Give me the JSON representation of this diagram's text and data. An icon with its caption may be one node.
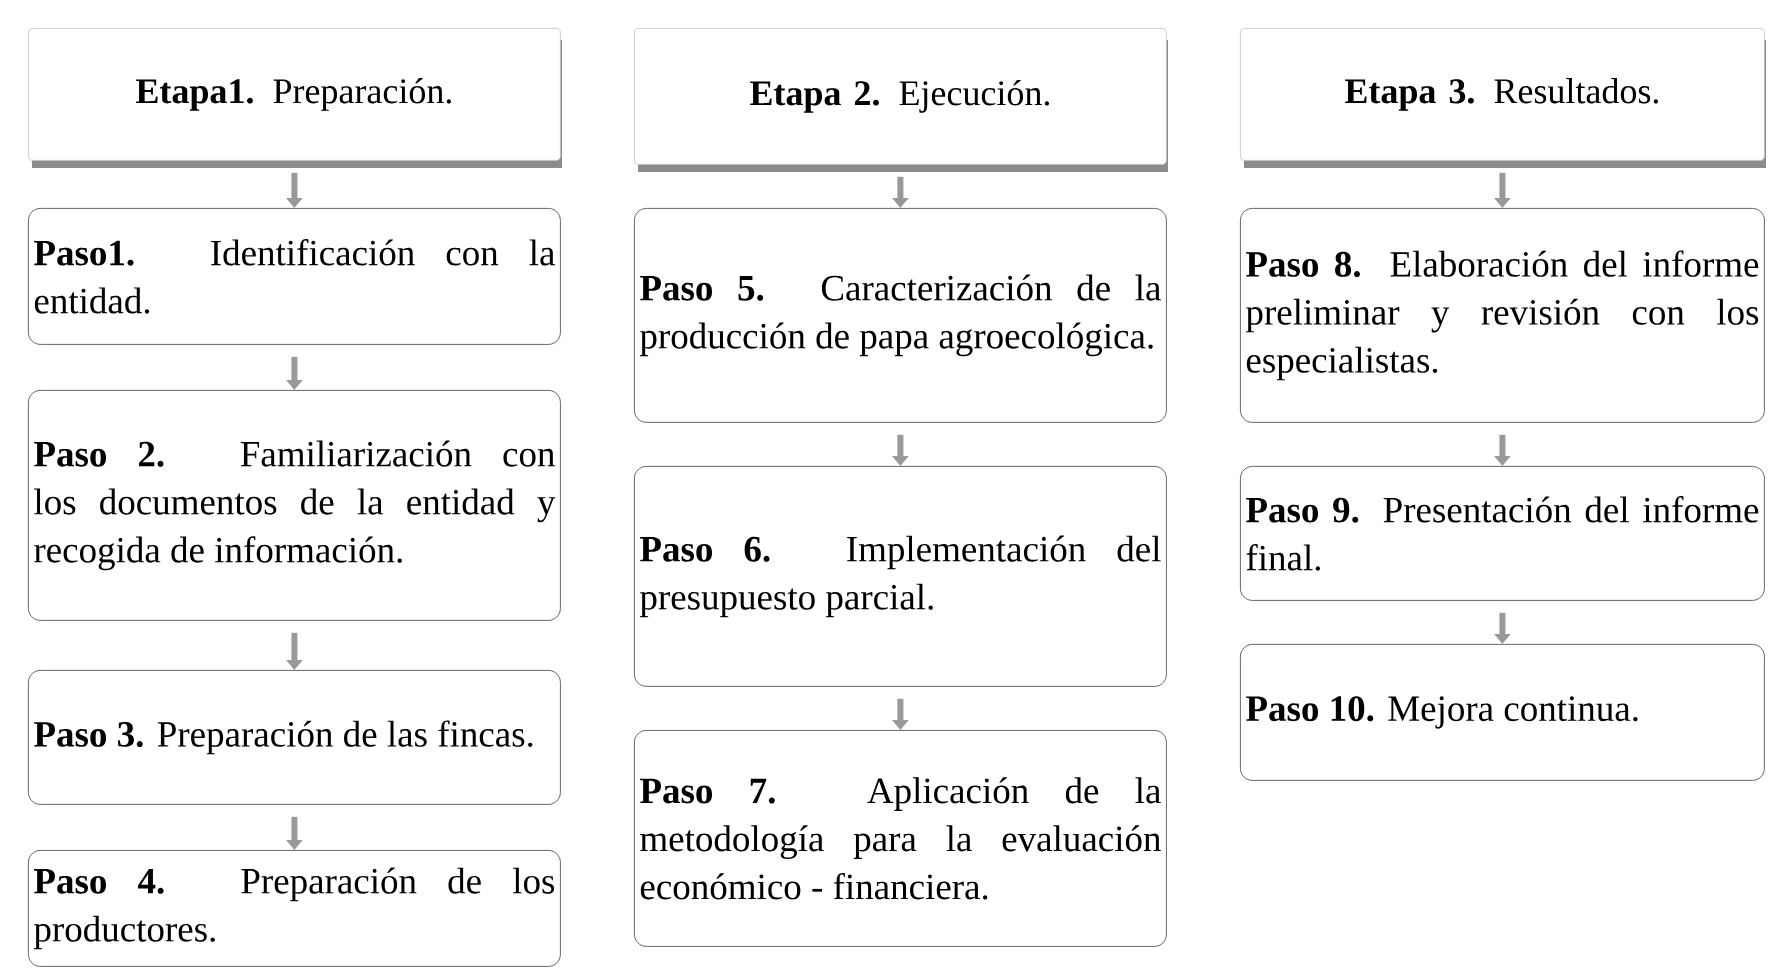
{
  "diagram": {
    "nodes": [
      {
        "text": [
          "**Etapa1.** Preparación."
        ]
      },
      {
        "text": [
          "**Paso1.** Identificación con la entidad."
        ]
      },
      {
        "text": [
          "**Paso 2.** Familiarización con los documentos de la entidad y recogida de información."
        ]
      },
      {
        "text": [
          "**Paso 3.** Preparación de las fincas."
        ]
      },
      {
        "text": [
          "**Paso 4.** Preparación de los productores."
        ]
      },
      {
        "text": [
          "**Etapa 2.** Ejecución."
        ]
      },
      {
        "text": [
          "**Paso 5.** Caracterización de la producción de papa agroecológica."
        ]
      },
      {
        "text": [
          "**Paso 6.** Implementación del presupuesto parcial."
        ]
      },
      {
        "text": [
          "**Paso 7.** Aplicación de la metodología para la evaluación económico - financiera."
        ]
      },
      {
        "text": [
          "**Etapa 3.** Resultados."
        ]
      },
      {
        "text": [
          "**Paso 8.** Elaboración del informe preliminar y revisión con los especialistas."
        ]
      },
      {
        "text": [
          "**Paso 9.** Presentación del informe final."
        ]
      },
      {
        "text": [
          "**Paso 10.** Mejora continua."
        ]
      }
    ],
    "edges": [
      {
        "from": 0,
        "to": 1,
        "arrow": "to"
      },
      {
        "from": 1,
        "to": 2,
        "arrow": "to"
      },
      {
        "from": 2,
        "to": 3,
        "arrow": "to"
      },
      {
        "from": 3,
        "to": 4,
        "arrow": "to"
      },
      {
        "from": 5,
        "to": 6,
        "arrow": "to"
      },
      {
        "from": 6,
        "to": 7,
        "arrow": "to"
      },
      {
        "from": 7,
        "to": 8,
        "arrow": "to"
      },
      {
        "from": 9,
        "to": 10,
        "arrow": "to"
      },
      {
        "from": 10,
        "to": 11,
        "arrow": "to"
      },
      {
        "from": 11,
        "to": 12,
        "arrow": "to"
      }
    ]
  }
}
